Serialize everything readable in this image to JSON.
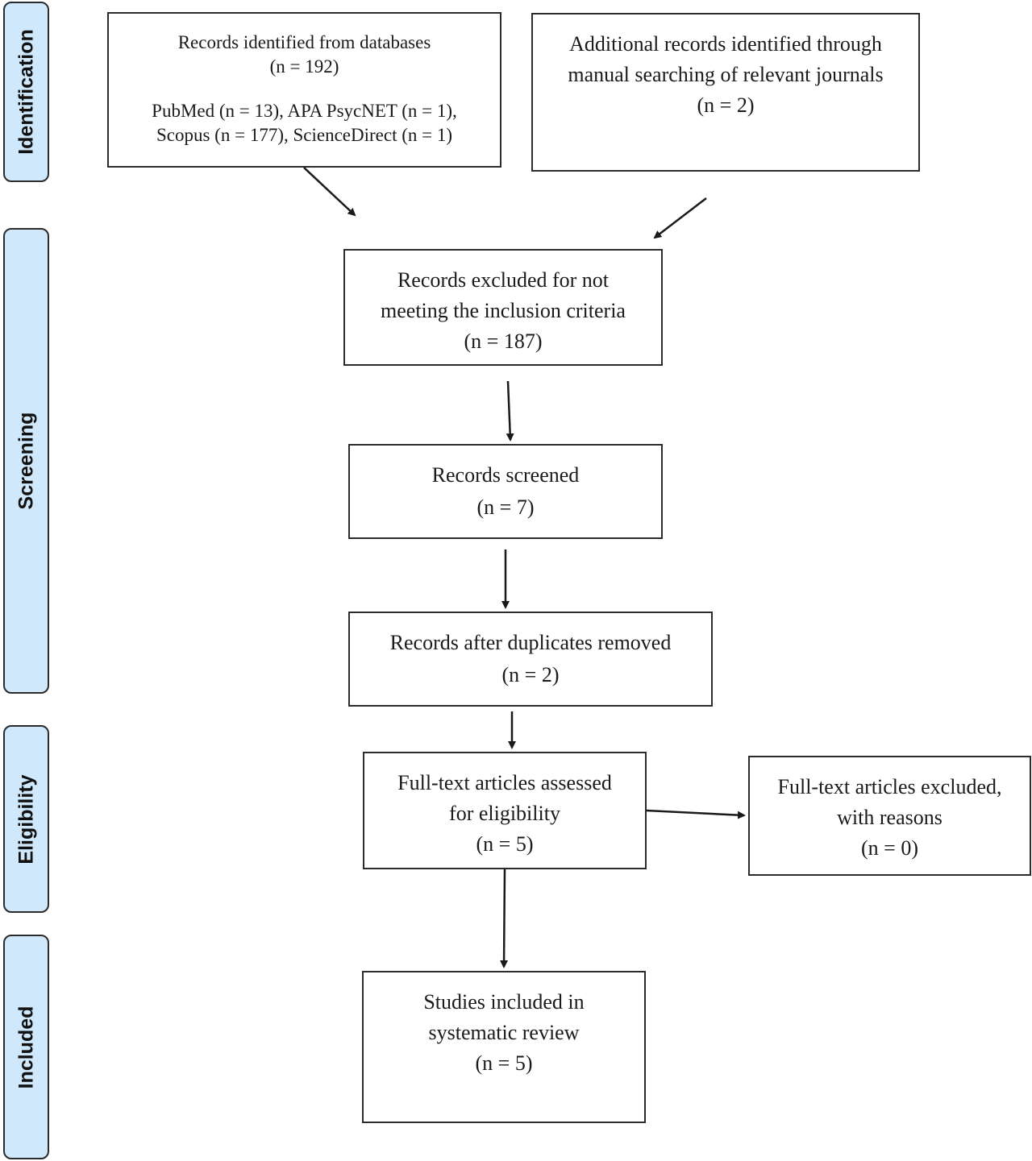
{
  "phases": {
    "identification": "Identification",
    "screening": "Screening",
    "eligibility": "Eligibility",
    "included": "Included"
  },
  "boxes": {
    "records_identified": {
      "line1": "Records identified from databases",
      "line2": "(n = 192)",
      "line3": "PubMed (n = 13), APA PsycNET (n = 1),",
      "line4": "Scopus (n = 177), ScienceDirect (n = 1)"
    },
    "additional_records": {
      "line1": "Additional records identified through",
      "line2": "manual searching of relevant journals",
      "line3": "(n = 2)"
    },
    "records_excluded": {
      "line1": "Records excluded for not",
      "line2": "meeting the inclusion criteria",
      "line3": "(n = 187)"
    },
    "records_screened": {
      "line1": "Records screened",
      "line2": "(n = 7)"
    },
    "duplicates_removed": {
      "line1": "Records after duplicates removed",
      "line2": "(n = 2)"
    },
    "fulltext_assessed": {
      "line1": "Full-text articles assessed",
      "line2": "for eligibility",
      "line3": "(n = 5)"
    },
    "fulltext_excluded": {
      "line1": "Full-text articles excluded,",
      "line2": "with reasons",
      "line3": "(n = 0)"
    },
    "studies_included": {
      "line1": "Studies included in",
      "line2": "systematic review",
      "line3": "(n = 5)"
    }
  },
  "colors": {
    "phase_fill": "#cfe8fb",
    "stroke": "#2b2b2b"
  }
}
